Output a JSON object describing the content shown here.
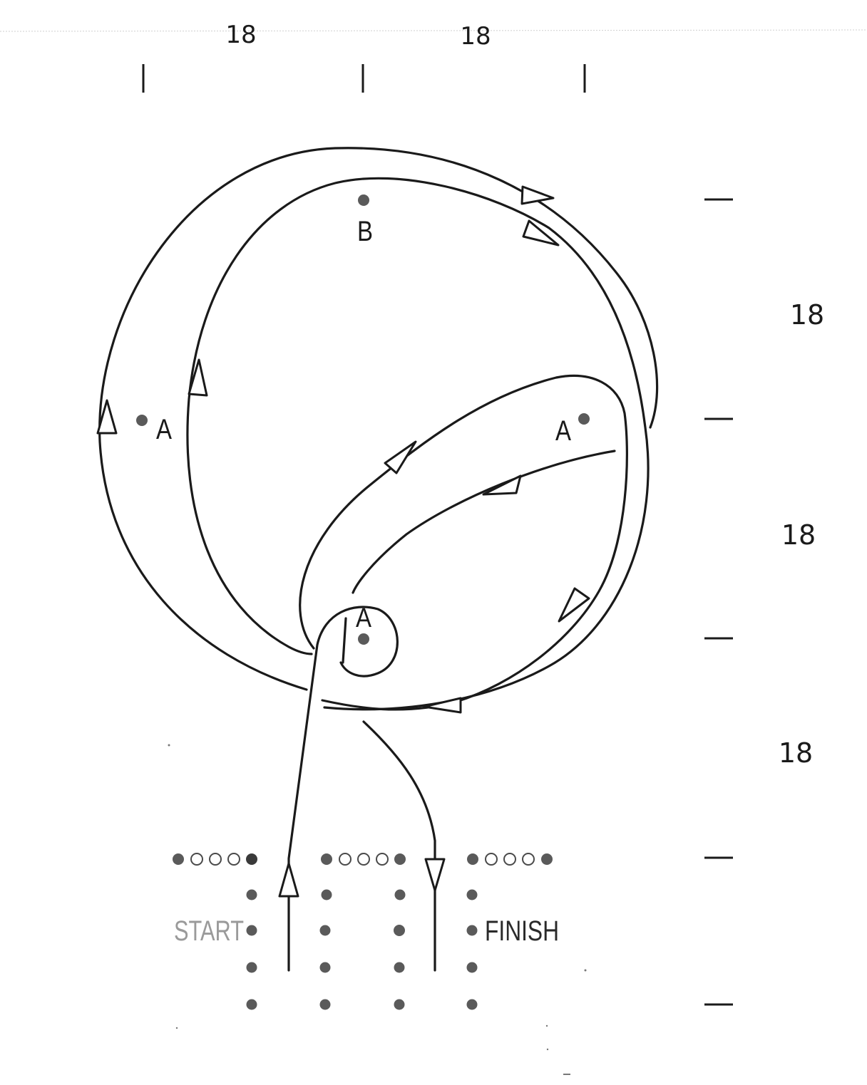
{
  "colors": {
    "stroke": "#1a1a1a",
    "cone": "#5a5a5a",
    "hollow_cone": "#4a4a4a",
    "start_text": "#9a9a9a",
    "finish_text": "#2a2a2a"
  },
  "top_measurements": [
    "18",
    "18"
  ],
  "side_measurements": [
    "18",
    "18",
    "18"
  ],
  "markers": {
    "a_left": "A",
    "a_right": "A",
    "a_center": "A",
    "b_top": "B"
  },
  "gates": {
    "start_label": "START",
    "finish_label": "FINISH"
  }
}
